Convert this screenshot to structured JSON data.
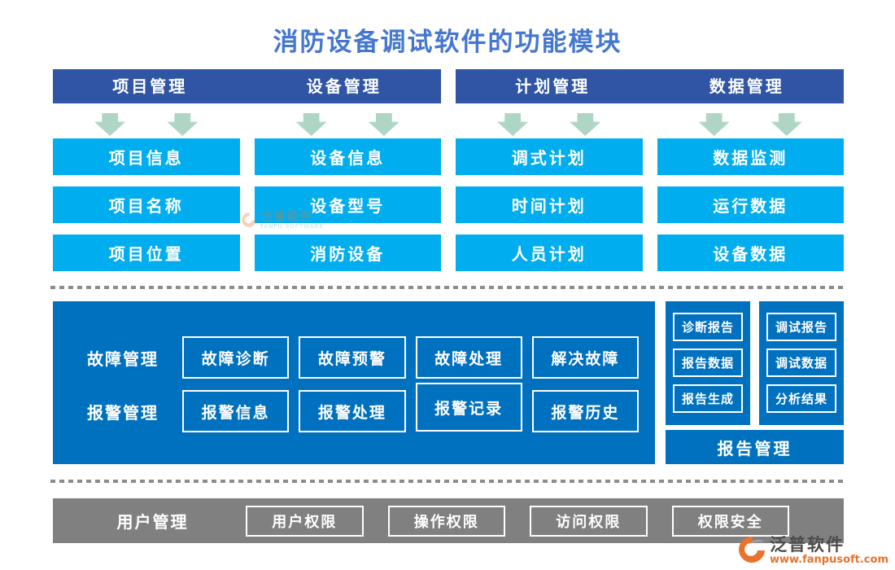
{
  "title": "消防设备调试软件的功能模块",
  "header_groups": [
    {
      "left": "项目管理",
      "right": "设备管理"
    },
    {
      "left": "计划管理",
      "right": "数据管理"
    }
  ],
  "columns": [
    {
      "items": [
        "项目信息",
        "项目名称",
        "项目位置"
      ]
    },
    {
      "items": [
        "设备信息",
        "设备型号",
        "消防设备"
      ]
    },
    {
      "items": [
        "调式计划",
        "时间计划",
        "人员计划"
      ]
    },
    {
      "items": [
        "数据监测",
        "运行数据",
        "设备数据"
      ]
    }
  ],
  "management_rows": [
    {
      "label": "故障管理",
      "items": [
        "故障诊断",
        "故障预警",
        "故障处理",
        "解决故障"
      ]
    },
    {
      "label": "报警管理",
      "items": [
        "报警信息",
        "报警处理",
        "报警记录",
        "报警历史"
      ]
    }
  ],
  "report_section": {
    "columns": [
      {
        "items": [
          "诊断报告",
          "报告数据",
          "报告生成"
        ]
      },
      {
        "items": [
          "调试报告",
          "调试数据",
          "分析结果"
        ]
      }
    ],
    "footer": "报告管理"
  },
  "user_section": {
    "label": "用户管理",
    "items": [
      "用户权限",
      "操作权限",
      "访问权限",
      "权限安全"
    ]
  },
  "watermark": {
    "name": "泛普软件",
    "sub": "FANPU SOFTWARE"
  },
  "brand": {
    "name": "泛普软件",
    "url": "www.fanpusoft.com"
  },
  "colors": {
    "title": "#4577D0",
    "header_bar": "#2F55A4",
    "module_box": "#00AEEF",
    "panel_blue": "#0071BF",
    "arrow_green": "#AFD6C4",
    "user_bar_gray": "#808080",
    "brand_orange": "#E8732C"
  }
}
